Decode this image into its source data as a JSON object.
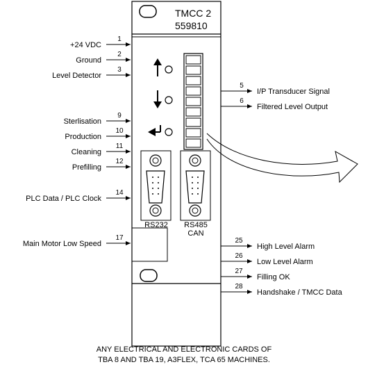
{
  "card": {
    "title": "TMCC 2",
    "code": "559810",
    "ports": {
      "rs232": "RS232",
      "rs485": "RS485",
      "can": "CAN"
    }
  },
  "inputs": [
    {
      "num": "1",
      "label": "+24 VDC"
    },
    {
      "num": "2",
      "label": "Ground"
    },
    {
      "num": "3",
      "label": "Level Detector"
    },
    {
      "num": "9",
      "label": "Sterlisation"
    },
    {
      "num": "10",
      "label": "Production"
    },
    {
      "num": "11",
      "label": "Cleaning"
    },
    {
      "num": "12",
      "label": "Prefilling"
    },
    {
      "num": "14",
      "label": "PLC Data / PLC Clock"
    },
    {
      "num": "17",
      "label": "Main Motor Low Speed"
    }
  ],
  "outputs": [
    {
      "num": "5",
      "label": "I/P Transducer Signal"
    },
    {
      "num": "6",
      "label": "Filtered Level Output"
    },
    {
      "num": "25",
      "label": "High Level Alarm"
    },
    {
      "num": "26",
      "label": "Low Level Alarm"
    },
    {
      "num": "27",
      "label": "Filling OK"
    },
    {
      "num": "28",
      "label": "Handshake / TMCC Data"
    }
  ],
  "caption": {
    "line1": "ANY ELECTRICAL AND ELECTRONIC CARDS OF",
    "line2": "TBA 8 AND TBA 19, A3FLEX, TCA 65 MACHINES."
  },
  "icons": [
    "up-arrow-icon",
    "down-arrow-icon",
    "enter-arrow-icon",
    "led-bar-icon",
    "db9-connector-icon",
    "screw-icon",
    "mounting-slot-icon",
    "curved-arrow-icon"
  ]
}
